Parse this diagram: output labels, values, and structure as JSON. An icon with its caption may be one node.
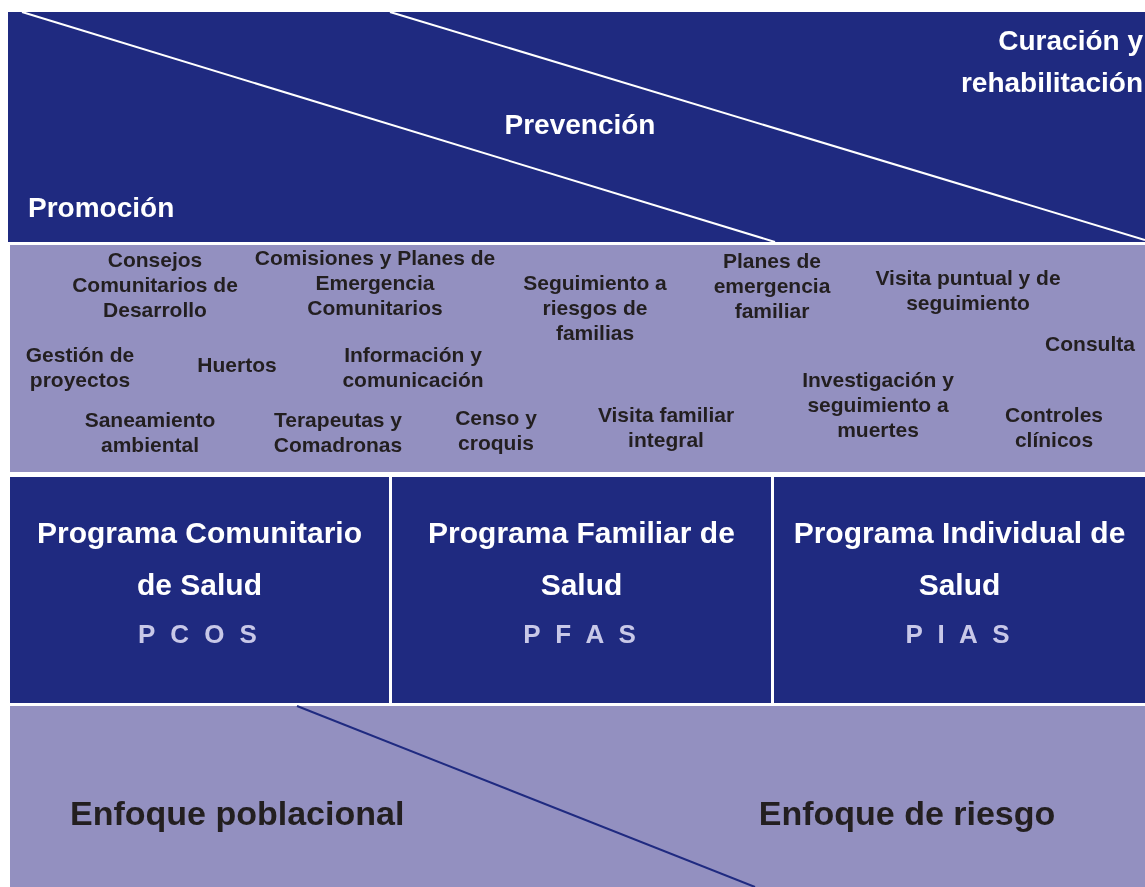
{
  "diagram": {
    "nodes": [
      {
        "text": [
          "Promoción"
        ]
      },
      {
        "text": [
          "Prevención"
        ]
      },
      {
        "text": [
          "Curación y rehabilitación"
        ]
      },
      {
        "text": [
          "Programa Comunitario de Salud",
          "P C O S"
        ]
      },
      {
        "text": [
          "Programa Familiar de Salud",
          "P F A S"
        ]
      },
      {
        "text": [
          "Programa Individual de Salud",
          "P I A S"
        ]
      },
      {
        "text": [
          "Enfoque poblacional"
        ]
      },
      {
        "text": [
          "Enfoque de riesgo"
        ]
      }
    ],
    "edges": [],
    "labels": [
      "Consejos Comunitarios de Desarrollo",
      "Comisiones y Planes de Emergencia Comunitarios",
      "Seguimiento a riesgos de familias",
      "Planes de emergencia familiar",
      "Visita puntual y de seguimiento",
      "Gestión de proyectos",
      "Huertos",
      "Información y comunicación",
      "Consulta",
      "Investigación y seguimiento a muertes",
      "Saneamiento ambiental",
      "Terapeutas y Comadronas",
      "Censo y croquis",
      "Visita familiar integral",
      "Controles clínicos"
    ]
  }
}
